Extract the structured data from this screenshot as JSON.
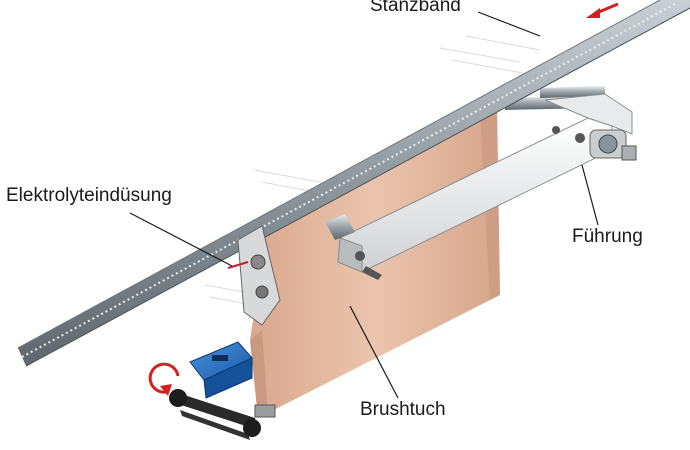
{
  "labels": {
    "stanzband": "Stanzband",
    "elektrolyt": "Elektrolyteindüsung",
    "fuehrung": "Führung",
    "brushtuch": "Brushtuch"
  },
  "colors": {
    "cloth": "#e7bca4",
    "cloth_shade": "#cf9f86",
    "strip": "#9aa3aa",
    "guide": "#f1f1f1",
    "sensor": "#1f6fc4",
    "arrow_red": "#d32020"
  }
}
